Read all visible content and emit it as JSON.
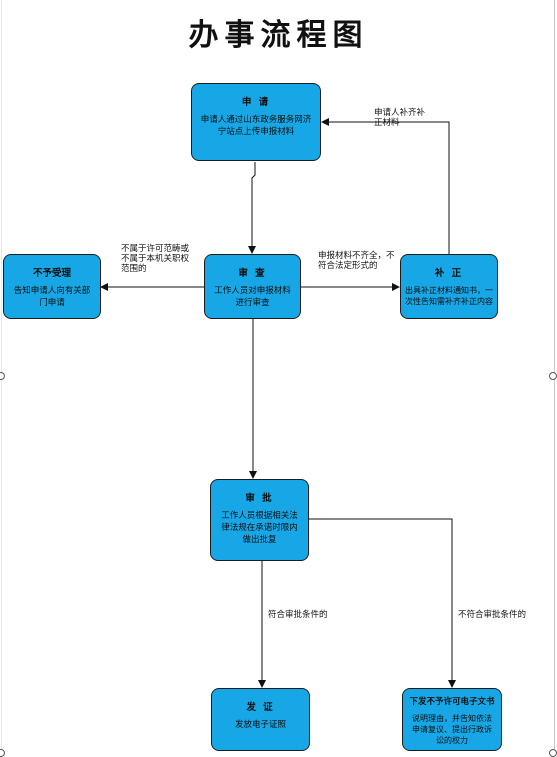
{
  "title": "办事流程图",
  "boxes": {
    "apply": {
      "title": "申 请",
      "body": "申请人通过山东政务服务网济宁站点上传申报材料"
    },
    "review": {
      "title": "审 查",
      "body": "工作人员对申报材料进行审查"
    },
    "reject": {
      "title": "不予受理",
      "body": "告知申请人向有关部门申请"
    },
    "supplement": {
      "title": "补 正",
      "body": "出具补正材料通知书，一次性告知需补齐补正内容"
    },
    "approve": {
      "title": "审 批",
      "body": "工作人员根据相关法律法规在承诺时限内做出批复"
    },
    "issue": {
      "title": "发 证",
      "body": "发放电子证照"
    },
    "deny": {
      "title": "下发不予许可电子文书",
      "body": "说明理由，并告知依法申请复议、提出行政诉讼的权力"
    }
  },
  "labels": {
    "resubmit": "申请人补齐补正材料",
    "out_of_scope": "不属于许可范畴或不属于本机关职权范围的",
    "incomplete": "申报材料不齐全，不符合法定形式的",
    "meets": "符合审批条件的",
    "not_meets": "不符合审批条件的"
  },
  "colors": {
    "box_fill": "#18a7e6",
    "border": "#1c1c1c",
    "line": "#111111"
  }
}
